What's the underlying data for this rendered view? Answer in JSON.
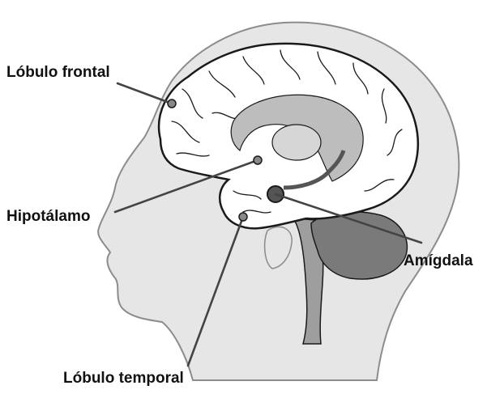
{
  "labels": {
    "frontal": "Lóbulo frontal",
    "hypothalamus": "Hipotálamo",
    "amygdala": "Amígdala",
    "temporal": "Lóbulo temporal"
  },
  "colors": {
    "head_fill": "#e6e6e6",
    "head_stroke": "#8c8c8c",
    "brain_fill": "#ffffff",
    "brain_stroke": "#1a1a1a",
    "limbic_fill": "#bdbdbd",
    "cerebellum_fill": "#7a7a7a",
    "brainstem_fill": "#9e9e9e",
    "pointer": "#444444"
  }
}
